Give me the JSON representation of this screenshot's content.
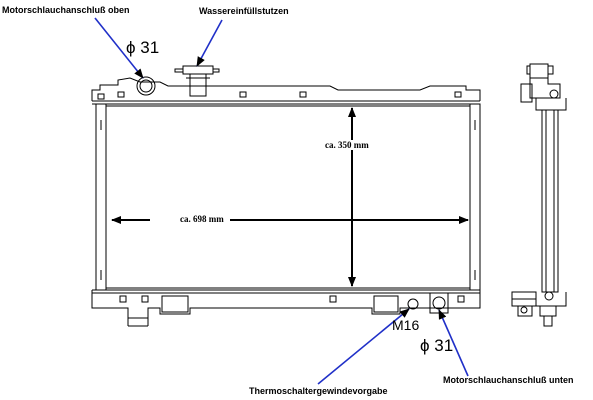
{
  "labels": {
    "top_left": "Motorschlauchanschluß oben",
    "top_filler": "Wassereinfüllstutzen",
    "dia_top": "ϕ 31",
    "height_dim": "ca. 350 mm",
    "width_dim": "ca. 698 mm",
    "thread": "M16",
    "dia_bottom": "ϕ 31",
    "thermo": "Thermoschaltergewindevorgabe",
    "bottom_right": "Motorschlauchanschluß unten"
  },
  "colors": {
    "callout_line": "#2030c8",
    "drawing": "#000000",
    "background": "#ffffff"
  }
}
